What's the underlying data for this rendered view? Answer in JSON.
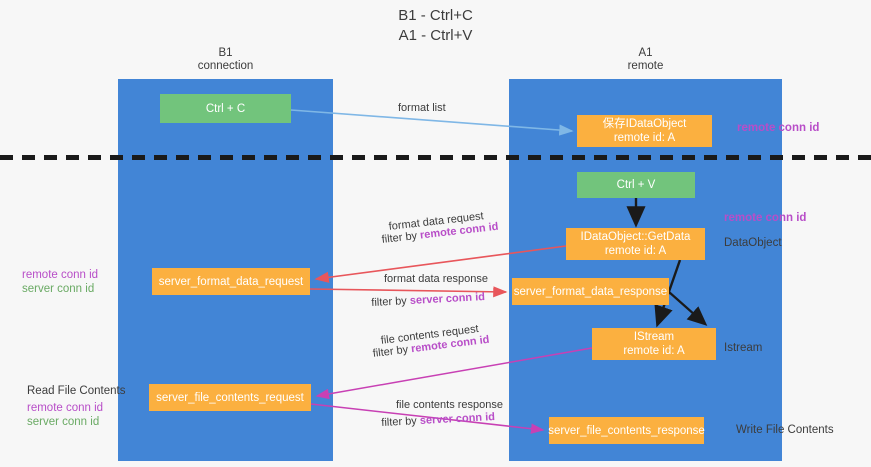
{
  "title": {
    "line1": "B1 - Ctrl+C",
    "line2": "A1 - Ctrl+V"
  },
  "lanes": [
    {
      "id": "b1",
      "name": "B1",
      "subtitle": "connection",
      "color": "#4285d6"
    },
    {
      "id": "a1",
      "name": "A1",
      "subtitle": "remote",
      "color": "#4285d6"
    }
  ],
  "nodes": {
    "ctrl_c": {
      "line1": "Ctrl + C",
      "line2": "",
      "color": "#72c47c"
    },
    "save_dataobj": {
      "line1": "保存IDataObject",
      "line2": "remote id: A",
      "color": "#fbb040"
    },
    "ctrl_v": {
      "line1": "Ctrl + V",
      "line2": "",
      "color": "#72c47c"
    },
    "get_data": {
      "line1": "IDataObject::GetData",
      "line2": "remote id: A",
      "color": "#fbb040"
    },
    "istream": {
      "line1": "IStream",
      "line2": "remote id: A",
      "color": "#fbb040"
    },
    "sfd_request": {
      "line1": "server_format_data_request",
      "line2": "",
      "color": "#fbb040"
    },
    "sfd_response": {
      "line1": "server_format_data_response",
      "line2": "",
      "color": "#fbb040"
    },
    "sfc_request": {
      "line1": "server_file_contents_request",
      "line2": "",
      "color": "#fbb040"
    },
    "sfc_response": {
      "line1": "server_file_contents_response",
      "line2": "",
      "color": "#fbb040"
    }
  },
  "edge_labels": {
    "format_list": "format list",
    "format_data_request": "format data request",
    "format_data_request_filter_prefix": "filter by ",
    "format_data_request_filter_key": "remote conn id",
    "format_data_response": "format data response",
    "format_data_response_filter_prefix": "filter by ",
    "format_data_response_filter_key": "server conn id",
    "file_contents_request": "file contents request",
    "file_contents_request_filter_prefix": "filter by ",
    "file_contents_request_filter_key": "remote conn id",
    "file_contents_response": "file contents response",
    "file_contents_response_filter_prefix": "filter by ",
    "file_contents_response_filter_key": "server conn id"
  },
  "side_labels": {
    "remote_conn_id_top": "remote conn id",
    "remote_conn_id_mid": "remote conn id",
    "data_object": "DataObject",
    "istream": "Istream",
    "write_file_contents": "Write File Contents",
    "read_file_contents": "Read File Contents",
    "left_remote_conn_id": "remote conn id",
    "left_server_conn_id": "server conn id",
    "left_remote_conn_id_2": "remote conn id",
    "left_server_conn_id_2": "server conn id"
  },
  "colors": {
    "lane": "#4285d6",
    "green_node": "#72c47c",
    "orange_node": "#fbb040",
    "purple_key": "#b84ec8",
    "green_key": "#6aaa64",
    "arrow_blue": "#7fb7e6",
    "arrow_red": "#e8565b",
    "arrow_magenta": "#c840b4",
    "arrow_black": "#1a1a1a",
    "divider": "#1a1a1a",
    "background": "#f7f7f7"
  }
}
